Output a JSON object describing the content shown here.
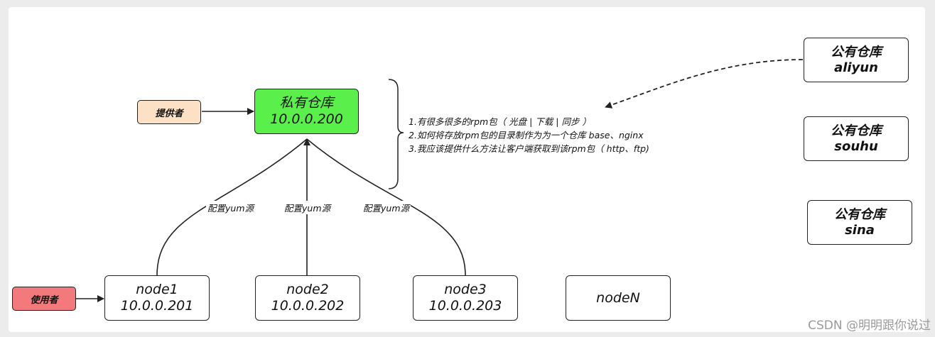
{
  "private_repo": {
    "title": "私有仓库",
    "ip": "10.0.0.200"
  },
  "provider": {
    "label": "提供者"
  },
  "user": {
    "label": "使用者"
  },
  "nodes": [
    {
      "name": "node1",
      "ip": "10.0.0.201"
    },
    {
      "name": "node2",
      "ip": "10.0.0.202"
    },
    {
      "name": "node3",
      "ip": "10.0.0.203"
    },
    {
      "name": "nodeN",
      "ip": ""
    }
  ],
  "edge_label": "配置yum源",
  "public_repos": [
    {
      "title": "公有仓库",
      "name": "aliyun"
    },
    {
      "title": "公有仓库",
      "name": "souhu"
    },
    {
      "title": "公有仓库",
      "name": "sina"
    }
  ],
  "notes": [
    "1.有很多很多的rpm包（ 光盘 | 下载 | 同步 ）",
    "2.如何将存放rpm包的目录制作为为一个仓库 base、nginx",
    "3.我应该提供什么方法让客户端获取到该rpm包（ http、ftp)"
  ],
  "watermark": "CSDN @明明跟你说过"
}
